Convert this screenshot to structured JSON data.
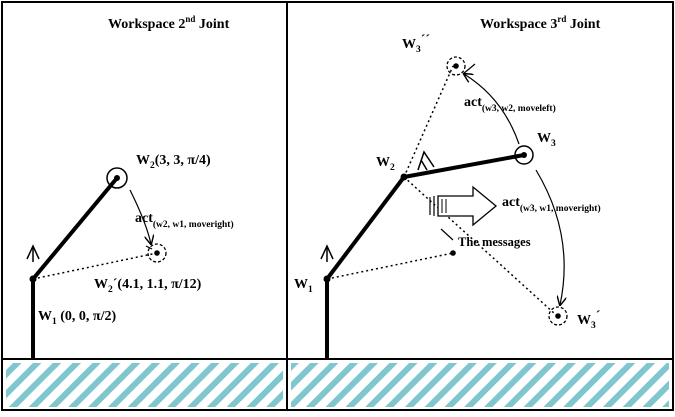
{
  "panels": {
    "left": {
      "title": {
        "main": "Workspace 2",
        "sup": "nd",
        "tail": " Joint"
      },
      "labels": {
        "w1": {
          "main": "W",
          "sub": "1",
          "rest": " (0, 0, π/2)"
        },
        "w2": {
          "main": "W",
          "sub": "2",
          "rest": "(3, 3, π/4)"
        },
        "w2p": {
          "main": "W",
          "sub": "2",
          "rest": "´(4.1, 1.1, π/12)"
        },
        "act": {
          "main": "act",
          "sub": "(w2, w1, moveright)"
        }
      }
    },
    "right": {
      "title": {
        "main": "Workspace 3",
        "sup": "rd",
        "tail": " Joint"
      },
      "labels": {
        "w1": {
          "main": "W",
          "sub": "1"
        },
        "w2": {
          "main": "W",
          "sub": "2"
        },
        "w3": {
          "main": "W",
          "sub": "3"
        },
        "w3pp": {
          "main": "W",
          "sub": "3",
          "rest": "´´"
        },
        "w3p": {
          "main": "W",
          "sub": "3",
          "rest": "´"
        },
        "act_left": {
          "main": "act",
          "sub": "(w3, w2, moveleft)"
        },
        "act_right": {
          "main": "act",
          "sub": "(w3, w1, moveright)"
        },
        "messages": "The messages"
      }
    }
  },
  "colors": {
    "stroke": "#000000",
    "ground_hatch": "#7fc6cf",
    "background": "#ffffff"
  }
}
